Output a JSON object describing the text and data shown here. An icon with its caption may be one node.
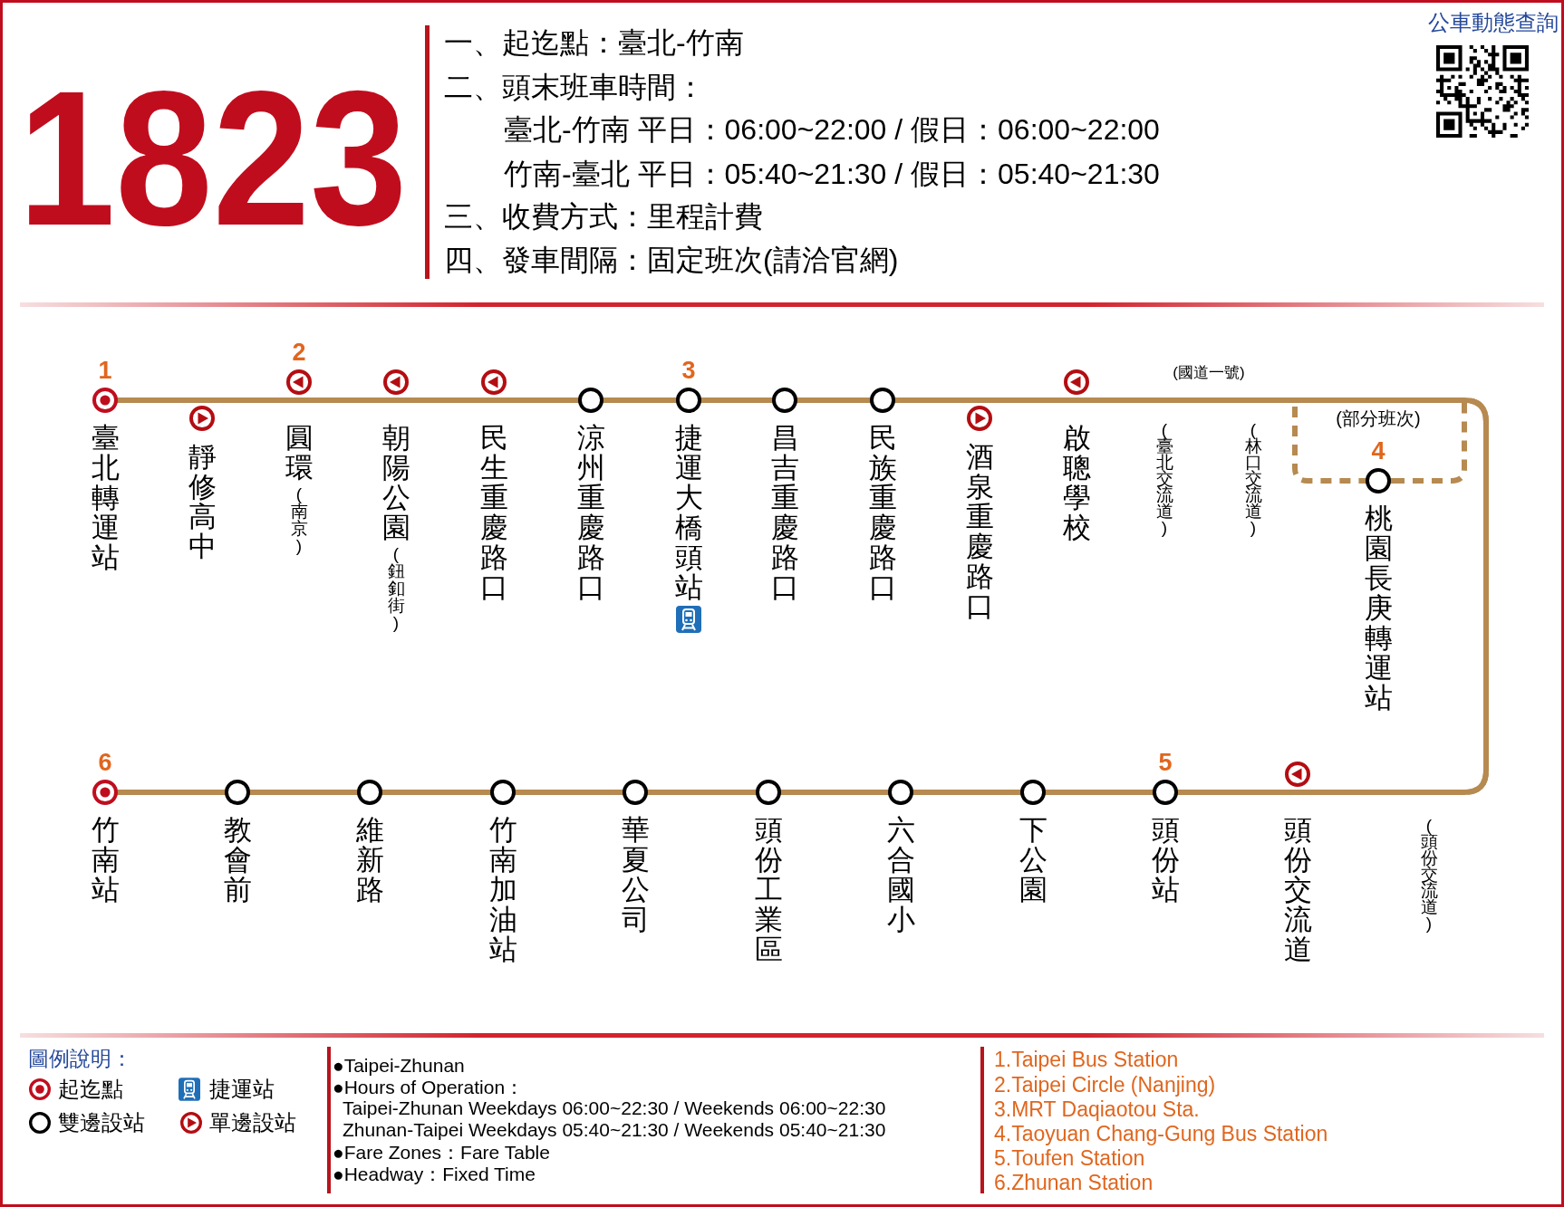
{
  "diagram": {
    "title": "1823",
    "nodes": [
      {
        "text": [
          "臺北轉運站"
        ],
        "beside": [
          "1"
        ]
      },
      {
        "text": [
          "靜修高中"
        ]
      },
      {
        "text": [
          "圓環",
          "(南京)"
        ],
        "beside": [
          "2"
        ]
      },
      {
        "text": [
          "朝陽公園",
          "(鈕釦街)"
        ]
      },
      {
        "text": [
          "民生重慶路口"
        ]
      },
      {
        "text": [
          "涼州重慶路口"
        ]
      },
      {
        "text": [
          "捷運大橋頭站"
        ],
        "beside": [
          "3"
        ]
      },
      {
        "text": [
          "昌吉重慶路口"
        ]
      },
      {
        "text": [
          "民族重慶路口"
        ]
      },
      {
        "text": [
          "酒泉重慶路口"
        ]
      },
      {
        "text": [
          "啟聰學校"
        ]
      },
      {
        "text": [
          "桃園長庚轉運站"
        ],
        "beside": [
          "4"
        ]
      },
      {
        "text": [
          "頭份交流道"
        ]
      },
      {
        "text": [
          "頭份站"
        ],
        "beside": [
          "5"
        ]
      },
      {
        "text": [
          "下公園"
        ]
      },
      {
        "text": [
          "六合國小"
        ]
      },
      {
        "text": [
          "頭份工業區"
        ]
      },
      {
        "text": [
          "華夏公司"
        ]
      },
      {
        "text": [
          "竹南加油站"
        ]
      },
      {
        "text": [
          "維新路"
        ]
      },
      {
        "text": [
          "教會前"
        ]
      },
      {
        "text": [
          "竹南站"
        ],
        "beside": [
          "6"
        ]
      }
    ],
    "edges": [
      {
        "from": 0,
        "to": 1,
        "arrow": "none"
      },
      {
        "from": 1,
        "to": 2,
        "arrow": "none"
      },
      {
        "from": 2,
        "to": 3,
        "arrow": "none"
      },
      {
        "from": 3,
        "to": 4,
        "arrow": "none"
      },
      {
        "from": 4,
        "to": 5,
        "arrow": "none"
      },
      {
        "from": 5,
        "to": 6,
        "arrow": "none"
      },
      {
        "from": 6,
        "to": 7,
        "arrow": "none"
      },
      {
        "from": 7,
        "to": 8,
        "arrow": "none"
      },
      {
        "from": 8,
        "to": 9,
        "arrow": "none"
      },
      {
        "from": 9,
        "to": 10,
        "arrow": "none"
      },
      {
        "from": 10,
        "to": 12,
        "arrow": "none"
      },
      {
        "from": 10,
        "to": 11,
        "arrow": "none",
        "style": "dashed"
      },
      {
        "from": 11,
        "to": 12,
        "arrow": "none",
        "style": "dashed"
      },
      {
        "from": 12,
        "to": 13,
        "arrow": "none"
      },
      {
        "from": 13,
        "to": 14,
        "arrow": "none"
      },
      {
        "from": 14,
        "to": 15,
        "arrow": "none"
      },
      {
        "from": 15,
        "to": 16,
        "arrow": "none"
      },
      {
        "from": 16,
        "to": 17,
        "arrow": "none"
      },
      {
        "from": 17,
        "to": 18,
        "arrow": "none"
      },
      {
        "from": 18,
        "to": 19,
        "arrow": "none"
      },
      {
        "from": 19,
        "to": 20,
        "arrow": "none"
      },
      {
        "from": 20,
        "to": 21,
        "arrow": "none"
      }
    ],
    "labels": [
      "一、起迄點：臺北-竹南",
      "二、頭末班車時間：",
      "臺北-竹南 平日：06:00~22:00 / 假日：06:00~22:00",
      "竹南-臺北 平日：05:40~21:30 / 假日：05:40~21:30",
      "三、收費方式：里程計費",
      "四、發車間隔：固定班次(請洽官網)",
      "公車動態查詢",
      "(國道一號)",
      "(部分班次)",
      "(臺北交流道)",
      "(林口交流道)",
      "(頭份交流道)",
      "圖例說明：",
      "●Taipei-Zhunan",
      "●Hours of Operation：",
      "Taipei-Zhunan Weekdays 06:00~22:30 / Weekends 06:00~22:30",
      "Zhunan-Taipei Weekdays 05:40~21:30 / Weekends 05:40~21:30",
      "●Fare Zones：Fare Table",
      "●Headway：Fixed Time",
      "1.Taipei Bus Station",
      "2.Taipei Circle (Nanjing)",
      "3.MRT Daqiaotou Sta.",
      "4.Taoyuan Chang-Gung Bus Station",
      "5.Toufen Station",
      "6.Zhunan Station"
    ],
    "legend": [
      {
        "text": "起迄點"
      },
      {
        "text": "捷運站"
      },
      {
        "text": "雙邊設站"
      },
      {
        "text": "單邊設站"
      }
    ]
  }
}
